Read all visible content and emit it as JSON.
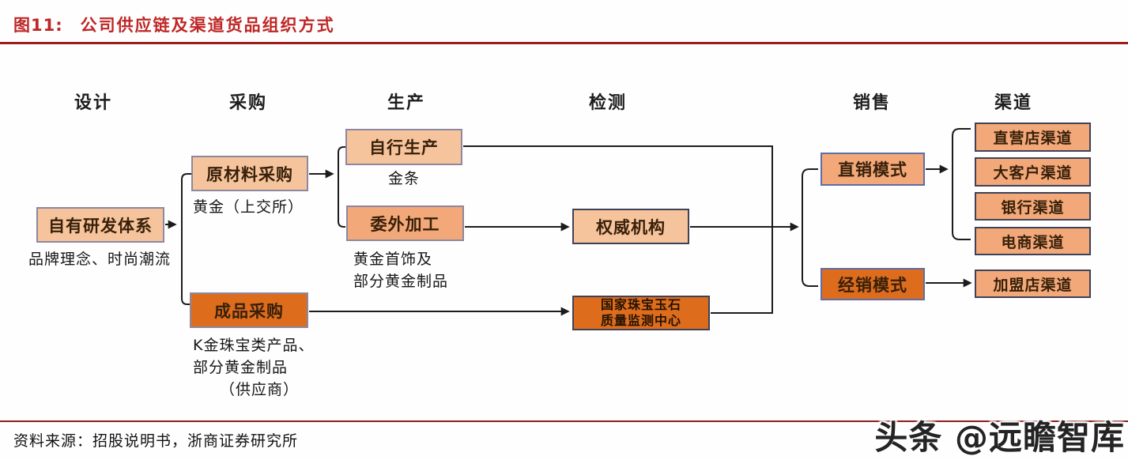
{
  "title": {
    "figure_label": "图11:",
    "text": "公司供应链及渠道货品组织方式"
  },
  "columns": [
    "设计",
    "采购",
    "生产",
    "检测",
    "销售",
    "渠道"
  ],
  "nodes": {
    "rd": {
      "label": "自有研发体系",
      "caption": "品牌理念、时尚潮流"
    },
    "raw": {
      "label": "原材料采购",
      "caption": "黄金（上交所）"
    },
    "self_prod": {
      "label": "自行生产",
      "caption": "金条"
    },
    "outsource": {
      "label": "委外加工",
      "caption1": "黄金首饰及",
      "caption2": "部分黄金制品"
    },
    "finished": {
      "label": "成品采购",
      "caption1": "K金珠宝类产品、",
      "caption2": "部分黄金制品",
      "caption3": "（供应商）"
    },
    "authority": {
      "label": "权威机构"
    },
    "national": {
      "line1": "国家珠宝玉石",
      "line2": "质量监测中心"
    },
    "direct": {
      "label": "直销模式"
    },
    "distribution": {
      "label": "经销模式"
    },
    "channels": [
      "直营店渠道",
      "大客户渠道",
      "银行渠道",
      "电商渠道"
    ],
    "franchise": {
      "label": "加盟店渠道"
    }
  },
  "footer": {
    "source": "资料来源：招股说明书，浙商证券研究所"
  },
  "watermark": {
    "text": "头条 @远瞻智库"
  },
  "colors": {
    "title_red": "#bf2626",
    "rule_red": "#9a2020",
    "box_light": "#f6c49c",
    "box_medium": "#f2a878",
    "box_dark": "#de6c1d",
    "border_gray": "#8d87a0",
    "border_blue": "#5e6da8",
    "border_dark": "#3f4257",
    "line": "#1c1c1c"
  }
}
